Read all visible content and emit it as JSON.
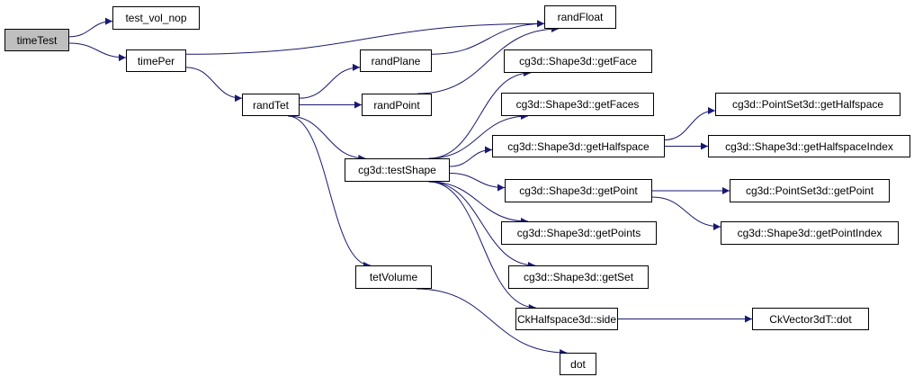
{
  "diagram": {
    "type": "call-graph",
    "root": "timeTest",
    "colors": {
      "edge": "#191970",
      "root_fill": "#bfbfbf",
      "node_fill": "#ffffff",
      "border": "#000000"
    },
    "nodes": [
      {
        "id": "timeTest",
        "label": "timeTest",
        "root": true
      },
      {
        "id": "test_vol_nop",
        "label": "test_vol_nop"
      },
      {
        "id": "timePer",
        "label": "timePer"
      },
      {
        "id": "randTet",
        "label": "randTet"
      },
      {
        "id": "randPlane",
        "label": "randPlane"
      },
      {
        "id": "randPoint",
        "label": "randPoint"
      },
      {
        "id": "randFloat",
        "label": "randFloat"
      },
      {
        "id": "getFace",
        "label": "cg3d::Shape3d::getFace"
      },
      {
        "id": "getFaces",
        "label": "cg3d::Shape3d::getFaces"
      },
      {
        "id": "testShape",
        "label": "cg3d::testShape"
      },
      {
        "id": "getHalfspace",
        "label": "cg3d::Shape3d::getHalfspace"
      },
      {
        "id": "getPoint",
        "label": "cg3d::Shape3d::getPoint"
      },
      {
        "id": "getPoints",
        "label": "cg3d::Shape3d::getPoints"
      },
      {
        "id": "getSet",
        "label": "cg3d::Shape3d::getSet"
      },
      {
        "id": "side",
        "label": "CkHalfspace3d::side"
      },
      {
        "id": "dot",
        "label": "dot"
      },
      {
        "id": "tetVolume",
        "label": "tetVolume"
      },
      {
        "id": "psGetHalfspace",
        "label": "cg3d::PointSet3d::getHalfspace"
      },
      {
        "id": "getHalfspaceIndex",
        "label": "cg3d::Shape3d::getHalfspaceIndex"
      },
      {
        "id": "psGetPoint",
        "label": "cg3d::PointSet3d::getPoint"
      },
      {
        "id": "getPointIndex",
        "label": "cg3d::Shape3d::getPointIndex"
      },
      {
        "id": "vecDot",
        "label": "CkVector3dT::dot"
      }
    ],
    "edges": [
      {
        "from": "timeTest",
        "to": "test_vol_nop"
      },
      {
        "from": "timeTest",
        "to": "timePer"
      },
      {
        "from": "timePer",
        "to": "randFloat"
      },
      {
        "from": "timePer",
        "to": "randTet"
      },
      {
        "from": "randTet",
        "to": "randPlane"
      },
      {
        "from": "randTet",
        "to": "randPoint"
      },
      {
        "from": "randTet",
        "to": "testShape"
      },
      {
        "from": "randTet",
        "to": "tetVolume"
      },
      {
        "from": "randPlane",
        "to": "randFloat"
      },
      {
        "from": "randPoint",
        "to": "randFloat"
      },
      {
        "from": "testShape",
        "to": "getFace"
      },
      {
        "from": "testShape",
        "to": "getFaces"
      },
      {
        "from": "testShape",
        "to": "getHalfspace"
      },
      {
        "from": "testShape",
        "to": "getPoint"
      },
      {
        "from": "testShape",
        "to": "getPoints"
      },
      {
        "from": "testShape",
        "to": "getSet"
      },
      {
        "from": "testShape",
        "to": "side"
      },
      {
        "from": "getHalfspace",
        "to": "psGetHalfspace"
      },
      {
        "from": "getHalfspace",
        "to": "getHalfspaceIndex"
      },
      {
        "from": "getPoint",
        "to": "psGetPoint"
      },
      {
        "from": "getPoint",
        "to": "getPointIndex"
      },
      {
        "from": "side",
        "to": "vecDot"
      },
      {
        "from": "tetVolume",
        "to": "dot"
      }
    ]
  }
}
